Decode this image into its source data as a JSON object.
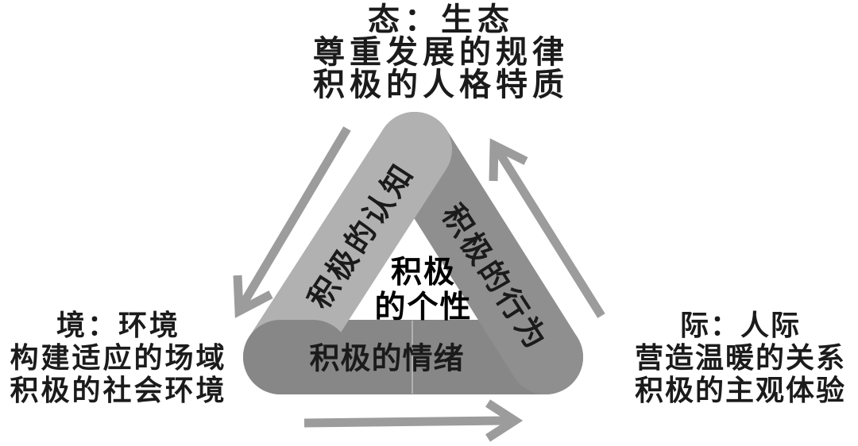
{
  "diagram": {
    "title_implicit": "积极的个性三角循环图",
    "top_label": {
      "line1": "态：生态",
      "line2": "尊重发展的规律",
      "line3": "积极的人格特质"
    },
    "left_label": {
      "line1": "境：环境",
      "line2": "构建适应的场域",
      "line3": "积极的社会环境"
    },
    "right_label": {
      "line1": "际：人际",
      "line2": "营造温暖的关系",
      "line3": "积极的主观体验"
    },
    "triangle": {
      "left_side_label": "积极的认知",
      "right_side_label": "积极的行为",
      "bottom_side_label": "积极的情绪",
      "center_label_line1": "积极",
      "center_label_line2": "的个性"
    },
    "icons": {
      "left_arrow": "arrow-down-left",
      "bottom_arrow": "arrow-right",
      "right_arrow": "arrow-up-right",
      "cycle_direction": "counterclockwise"
    },
    "colors": {
      "left_bar": "#b1b1b1",
      "right_bar": "#8f8f8f",
      "bottom_bar": "#878787",
      "arrow": "#9c9c9c",
      "text": "#1b1b1b",
      "center_hole": "#ffffff"
    }
  }
}
